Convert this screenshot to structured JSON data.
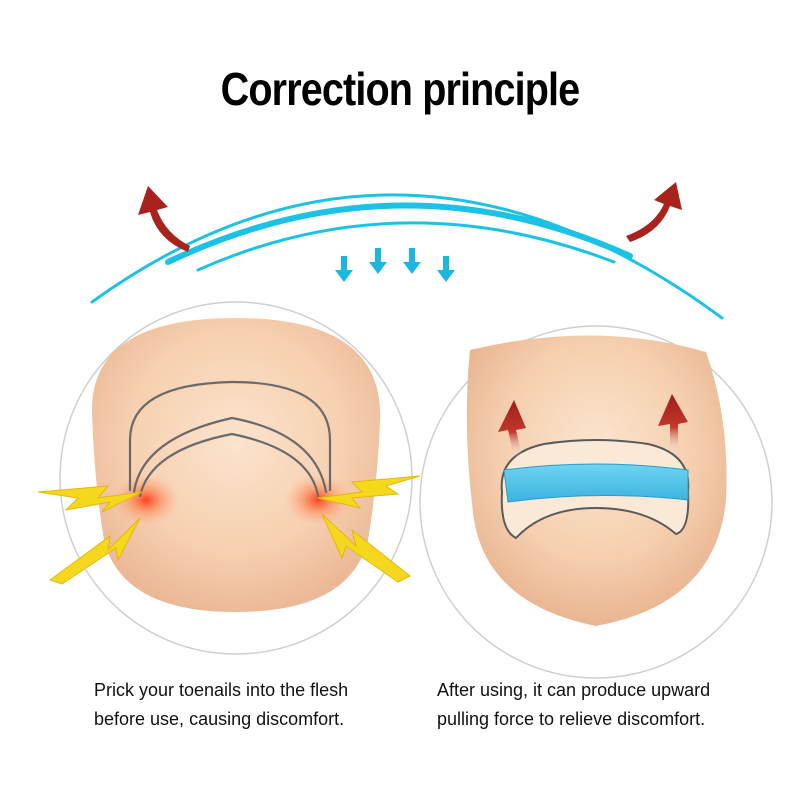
{
  "title": "Correction principle",
  "panels": {
    "before": {
      "caption_line1": "Prick your toenails into the flesh",
      "caption_line2": "before use, causing discomfort."
    },
    "after": {
      "caption_line1": "After using, it can produce upward",
      "caption_line2": "pulling force to relieve discomfort."
    }
  },
  "colors": {
    "arc_blue": "#1cc2e6",
    "arrow_red": "#a8231e",
    "skin": "#f6d2b4",
    "lightning": "#f5d81e",
    "pain_glow": "#ff5a2a",
    "strip_blue": "#4cc4e8"
  },
  "icons": [
    "red-up-arrow-icon",
    "blue-down-arrow-icon",
    "lightning-bolt-icon"
  ]
}
